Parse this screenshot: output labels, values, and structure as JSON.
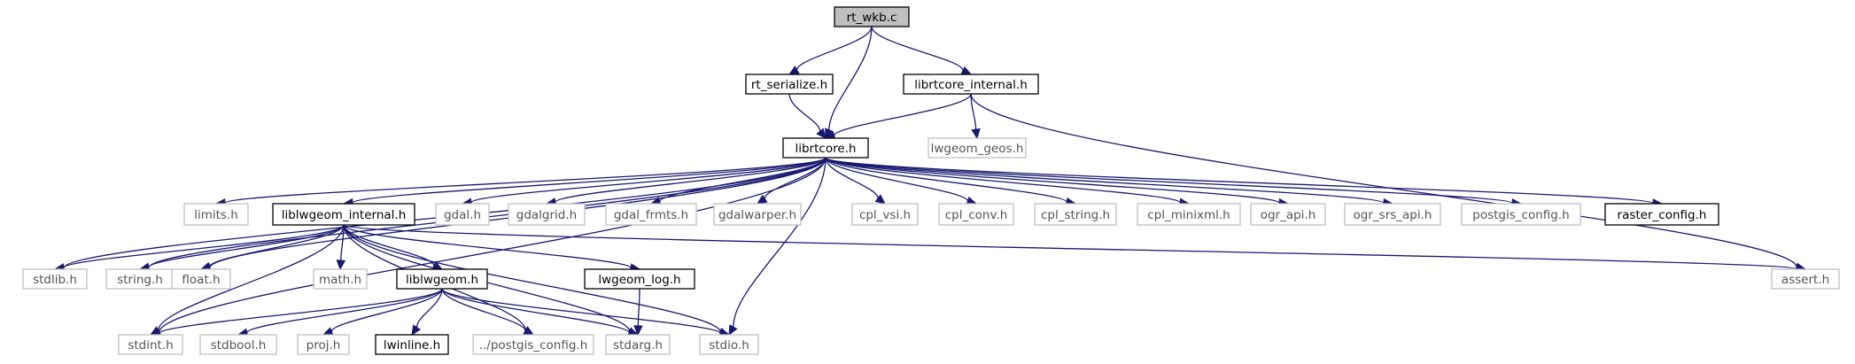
{
  "nodes": [
    {
      "id": "rt_wkb",
      "label": "rt_wkb.c",
      "kind": "root"
    },
    {
      "id": "rt_serialize",
      "label": "rt_serialize.h",
      "kind": "documented"
    },
    {
      "id": "librtcore_internal",
      "label": "librtcore_internal.h",
      "kind": "documented"
    },
    {
      "id": "librtcore",
      "label": "librtcore.h",
      "kind": "documented"
    },
    {
      "id": "lwgeom_geos",
      "label": "lwgeom_geos.h",
      "kind": "external"
    },
    {
      "id": "limits",
      "label": "limits.h",
      "kind": "external"
    },
    {
      "id": "liblwgeom_internal",
      "label": "liblwgeom_internal.h",
      "kind": "documented"
    },
    {
      "id": "gdal",
      "label": "gdal.h",
      "kind": "external"
    },
    {
      "id": "gdalgrid",
      "label": "gdalgrid.h",
      "kind": "external"
    },
    {
      "id": "gdal_frmts",
      "label": "gdal_frmts.h",
      "kind": "external"
    },
    {
      "id": "gdalwarper",
      "label": "gdalwarper.h",
      "kind": "external"
    },
    {
      "id": "cpl_vsi",
      "label": "cpl_vsi.h",
      "kind": "external"
    },
    {
      "id": "cpl_conv",
      "label": "cpl_conv.h",
      "kind": "external"
    },
    {
      "id": "cpl_string",
      "label": "cpl_string.h",
      "kind": "external"
    },
    {
      "id": "cpl_minixml",
      "label": "cpl_minixml.h",
      "kind": "external"
    },
    {
      "id": "ogr_api",
      "label": "ogr_api.h",
      "kind": "external"
    },
    {
      "id": "ogr_srs_api",
      "label": "ogr_srs_api.h",
      "kind": "external"
    },
    {
      "id": "postgis_config",
      "label": "postgis_config.h",
      "kind": "external"
    },
    {
      "id": "raster_config",
      "label": "raster_config.h",
      "kind": "documented"
    },
    {
      "id": "stdlib",
      "label": "stdlib.h",
      "kind": "external"
    },
    {
      "id": "string",
      "label": "string.h",
      "kind": "external"
    },
    {
      "id": "float",
      "label": "float.h",
      "kind": "external"
    },
    {
      "id": "math",
      "label": "math.h",
      "kind": "external"
    },
    {
      "id": "liblwgeom",
      "label": "liblwgeom.h",
      "kind": "documented"
    },
    {
      "id": "lwgeom_log",
      "label": "lwgeom_log.h",
      "kind": "documented"
    },
    {
      "id": "assert",
      "label": "assert.h",
      "kind": "external"
    },
    {
      "id": "stdint",
      "label": "stdint.h",
      "kind": "external"
    },
    {
      "id": "stdbool",
      "label": "stdbool.h",
      "kind": "external"
    },
    {
      "id": "proj",
      "label": "proj.h",
      "kind": "external"
    },
    {
      "id": "lwinline",
      "label": "lwinline.h",
      "kind": "documented"
    },
    {
      "id": "dotdot_postgis_config",
      "label": "../postgis_config.h",
      "kind": "external"
    },
    {
      "id": "stdarg",
      "label": "stdarg.h",
      "kind": "external"
    },
    {
      "id": "stdio",
      "label": "stdio.h",
      "kind": "external"
    }
  ],
  "edges": [
    [
      "rt_wkb",
      "rt_serialize"
    ],
    [
      "rt_wkb",
      "librtcore"
    ],
    [
      "rt_wkb",
      "librtcore_internal"
    ],
    [
      "rt_serialize",
      "librtcore"
    ],
    [
      "librtcore_internal",
      "librtcore"
    ],
    [
      "librtcore_internal",
      "lwgeom_geos"
    ],
    [
      "librtcore_internal",
      "assert"
    ],
    [
      "librtcore",
      "limits"
    ],
    [
      "librtcore",
      "liblwgeom_internal"
    ],
    [
      "librtcore",
      "gdal"
    ],
    [
      "librtcore",
      "gdalgrid"
    ],
    [
      "librtcore",
      "gdal_frmts"
    ],
    [
      "librtcore",
      "gdalwarper"
    ],
    [
      "librtcore",
      "cpl_vsi"
    ],
    [
      "librtcore",
      "cpl_conv"
    ],
    [
      "librtcore",
      "cpl_string"
    ],
    [
      "librtcore",
      "cpl_minixml"
    ],
    [
      "librtcore",
      "ogr_api"
    ],
    [
      "librtcore",
      "ogr_srs_api"
    ],
    [
      "librtcore",
      "postgis_config"
    ],
    [
      "librtcore",
      "raster_config"
    ],
    [
      "librtcore",
      "stdlib"
    ],
    [
      "librtcore",
      "string"
    ],
    [
      "librtcore",
      "float"
    ],
    [
      "librtcore",
      "stdint"
    ],
    [
      "librtcore",
      "stdio"
    ],
    [
      "liblwgeom_internal",
      "stdlib"
    ],
    [
      "liblwgeom_internal",
      "string"
    ],
    [
      "liblwgeom_internal",
      "float"
    ],
    [
      "liblwgeom_internal",
      "math"
    ],
    [
      "liblwgeom_internal",
      "liblwgeom"
    ],
    [
      "liblwgeom_internal",
      "lwgeom_log"
    ],
    [
      "liblwgeom_internal",
      "assert"
    ],
    [
      "liblwgeom_internal",
      "stdint"
    ],
    [
      "liblwgeom_internal",
      "dotdot_postgis_config"
    ],
    [
      "liblwgeom_internal",
      "stdarg"
    ],
    [
      "liblwgeom_internal",
      "stdio"
    ],
    [
      "liblwgeom",
      "stdint"
    ],
    [
      "liblwgeom",
      "stdbool"
    ],
    [
      "liblwgeom",
      "proj"
    ],
    [
      "liblwgeom",
      "lwinline"
    ],
    [
      "liblwgeom",
      "dotdot_postgis_config"
    ],
    [
      "liblwgeom",
      "stdarg"
    ],
    [
      "liblwgeom",
      "stdio"
    ],
    [
      "lwgeom_log",
      "stdarg"
    ]
  ],
  "colors": {
    "edge": "#191970",
    "root_fill": "#bfbfbf",
    "documented_border": "#000000",
    "external_border": "#bfbfbf"
  }
}
